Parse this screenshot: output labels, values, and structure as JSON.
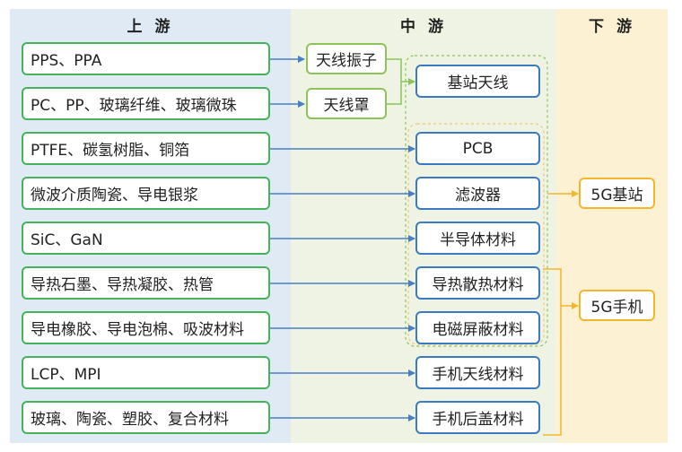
{
  "headers": {
    "upstream": "上 游",
    "midstream": "中 游",
    "downstream": "下 游"
  },
  "upstream_items": [
    "PPS、PPA",
    "PC、PP、玻璃纤维、玻璃微珠",
    "PTFE、碳氢树脂、铜箔",
    "微波介质陶瓷、导电银浆",
    "SiC、GaN",
    "导热石墨、导热凝胶、热管",
    "导电橡胶、导电泡棉、吸波材料",
    "LCP、MPI",
    "玻璃、陶瓷、塑胶、复合材料"
  ],
  "midstream_sub_items": [
    "天线振子",
    "天线罩"
  ],
  "midstream_items": [
    "基站天线",
    "PCB",
    "滤波器",
    "半导体材料",
    "导热散热材料",
    "电磁屏蔽材料",
    "手机天线材料",
    "手机后盖材料"
  ],
  "downstream_items": [
    "5G基站",
    "5G手机"
  ],
  "colors": {
    "upstream_bg": "#dfeaf5",
    "midstream_bg": "#eef3e4",
    "downstream_bg": "#fdf1d4",
    "upstream_border": "#45b35a",
    "sub_border": "#8cc45a",
    "midstream_border": "#3a7ac0",
    "downstream_border": "#f5b62c",
    "arrow_blue": "#4a7fc1",
    "arrow_green": "#8cc45a",
    "arrow_orange": "#f5b62c"
  }
}
